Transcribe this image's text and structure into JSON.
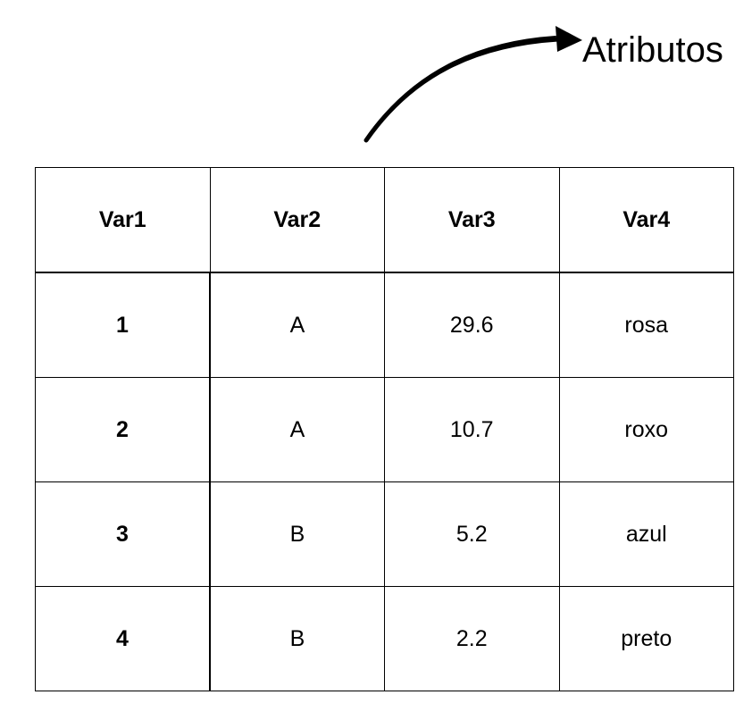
{
  "annotation": {
    "label": "Atributos",
    "icon": "curved-arrow-icon"
  },
  "table": {
    "headers": [
      "Var1",
      "Var2",
      "Var3",
      "Var4"
    ],
    "rows": [
      [
        "1",
        "A",
        "29.6",
        "rosa"
      ],
      [
        "2",
        "A",
        "10.7",
        "roxo"
      ],
      [
        "3",
        "B",
        "5.2",
        "azul"
      ],
      [
        "4",
        "B",
        "2.2",
        "preto"
      ]
    ]
  }
}
